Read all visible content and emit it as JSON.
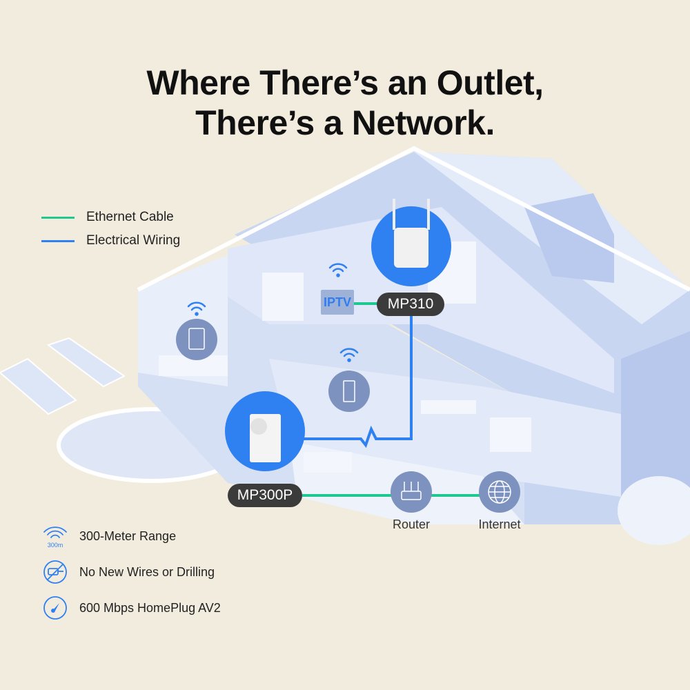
{
  "headline": {
    "line1": "Where There’s an Outlet,",
    "line2": "There’s a Network."
  },
  "legend": [
    {
      "label": "Ethernet Cable",
      "color": "#1ec890"
    },
    {
      "label": "Electrical Wiring",
      "color": "#2f80f0"
    }
  ],
  "devices": {
    "extender": "MP310",
    "adapter": "MP300P",
    "iptv": "IPTV",
    "router": "Router",
    "internet": "Internet"
  },
  "features": [
    {
      "icon": "range-300m-icon",
      "icon_text": "300m",
      "label": "300-Meter Range"
    },
    {
      "icon": "no-drilling-icon",
      "label": "No New Wires or Drilling"
    },
    {
      "icon": "speedometer-icon",
      "label": "600 Mbps HomePlug AV2"
    }
  ],
  "colors": {
    "background": "#f2ecdf",
    "accent": "#2f80f0",
    "ethernet": "#1ec890",
    "pill": "#3b3b3b",
    "node": "#7d92bf"
  }
}
